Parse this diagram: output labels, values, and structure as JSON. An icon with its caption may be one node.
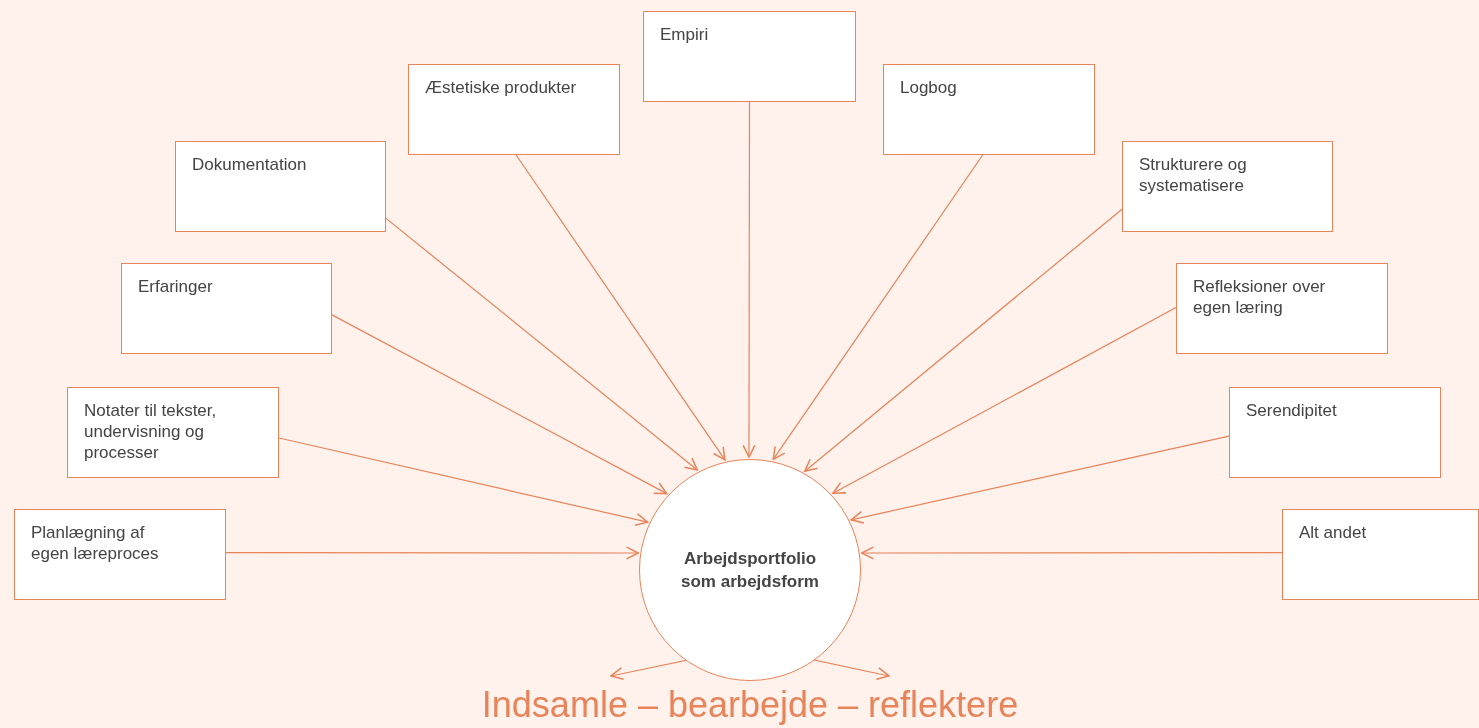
{
  "diagram": {
    "nodes": [
      {
        "text": [
          "Empiri"
        ]
      },
      {
        "text": [
          "Æstetiske produkter"
        ]
      },
      {
        "text": [
          "Logbog"
        ]
      },
      {
        "text": [
          "Dokumentation"
        ]
      },
      {
        "text": [
          "Strukturere og systematisere"
        ]
      },
      {
        "text": [
          "Erfaringer"
        ]
      },
      {
        "text": [
          "Refleksioner over egen læring"
        ]
      },
      {
        "text": [
          "Notater til tekster, undervisning og processer"
        ]
      },
      {
        "text": [
          "Serendipitet"
        ]
      },
      {
        "text": [
          "Planlægning af egen læreproces"
        ]
      },
      {
        "text": [
          "Alt andet"
        ]
      },
      {
        "text": [
          "Arbejdsportfolio som arbejdsform"
        ]
      },
      {
        "text": [
          "Indsamle – bearbejde – reflektere"
        ]
      }
    ],
    "edges": [
      {
        "from": 0,
        "to": 11,
        "arrow": "to"
      },
      {
        "from": 1,
        "to": 11,
        "arrow": "to"
      },
      {
        "from": 2,
        "to": 11,
        "arrow": "to"
      },
      {
        "from": 3,
        "to": 11,
        "arrow": "to"
      },
      {
        "from": 4,
        "to": 11,
        "arrow": "to"
      },
      {
        "from": 5,
        "to": 11,
        "arrow": "to"
      },
      {
        "from": 6,
        "to": 11,
        "arrow": "to"
      },
      {
        "from": 7,
        "to": 11,
        "arrow": "to"
      },
      {
        "from": 8,
        "to": 11,
        "arrow": "to"
      },
      {
        "from": 9,
        "to": 11,
        "arrow": "to"
      },
      {
        "from": 10,
        "to": 11,
        "arrow": "to"
      },
      {
        "from": 11,
        "to": 12,
        "arrow": "to"
      },
      {
        "from": 11,
        "to": 12,
        "arrow": "to"
      }
    ]
  }
}
